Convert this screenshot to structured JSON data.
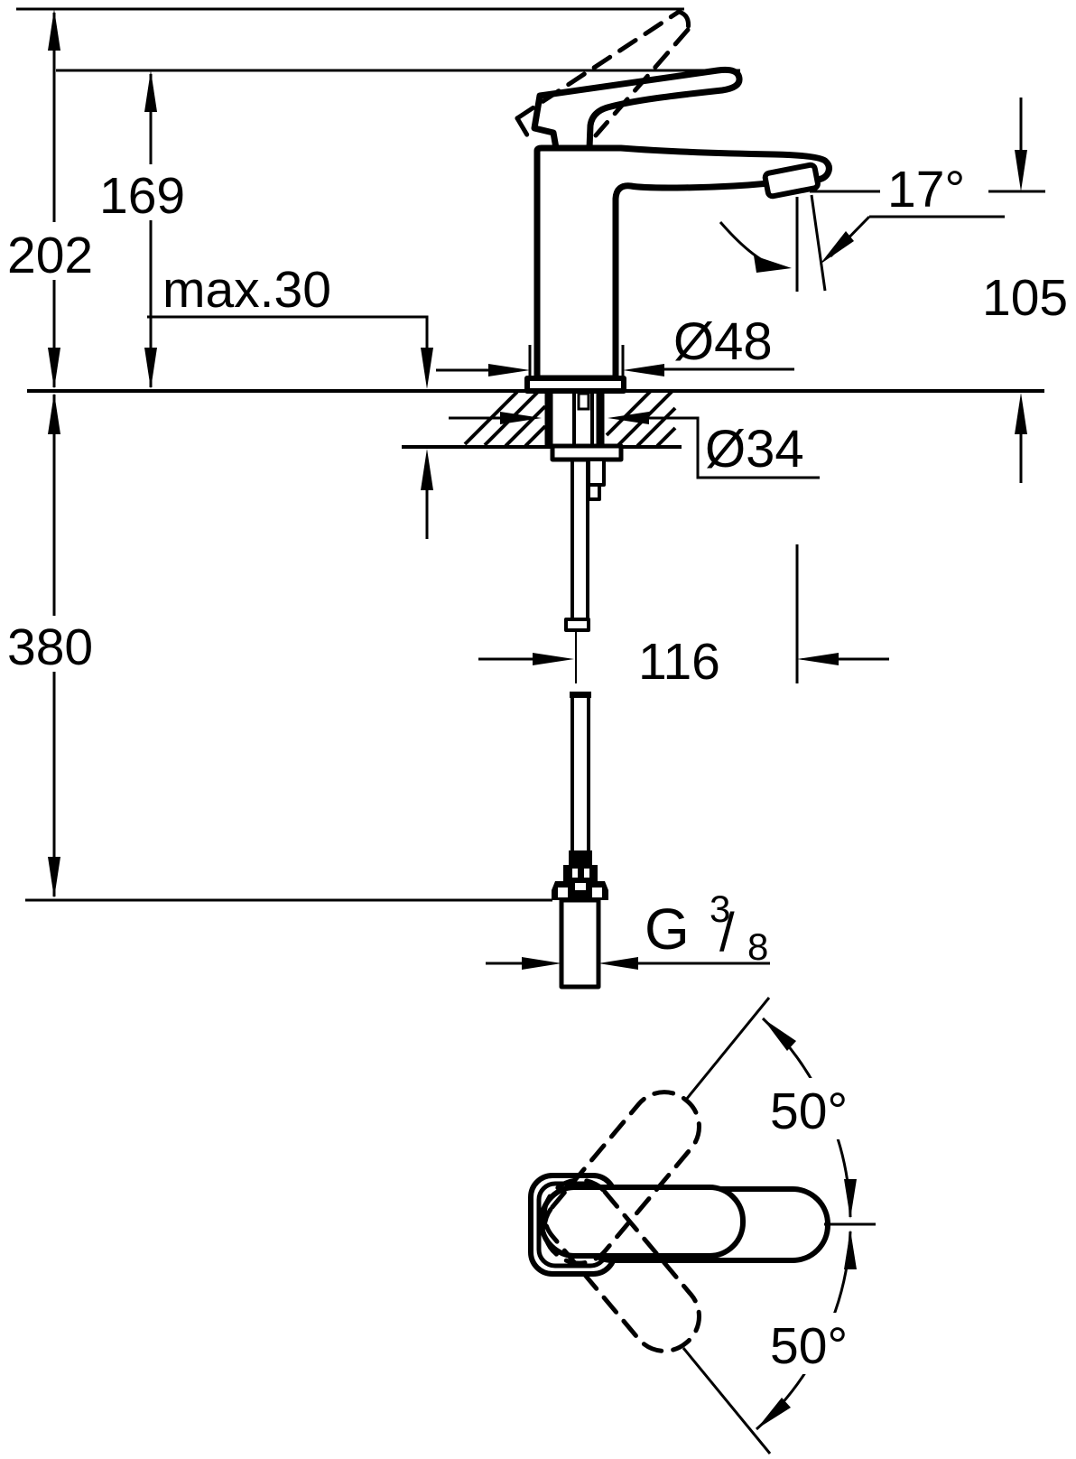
{
  "drawing": {
    "title": "Single-lever basin mixer – installation dimension drawing",
    "background_color": "#ffffff",
    "line_color": "#000000",
    "views": [
      "side elevation with mounting dimensions",
      "top view of lever swing"
    ],
    "units": "mm"
  },
  "labels": {
    "total_height": "202",
    "body_height": "169",
    "max_thickness": "max.30",
    "base_dia": "Ø48",
    "shank_dia": "Ø34",
    "spout_angle": "17°",
    "spout_height": "105",
    "spout_reach": "116",
    "below_counter": "380",
    "thread_g": "G",
    "thread_num": "3",
    "thread_slash": "/",
    "thread_den": "8",
    "swing_up": "50°",
    "swing_down": "50°"
  }
}
